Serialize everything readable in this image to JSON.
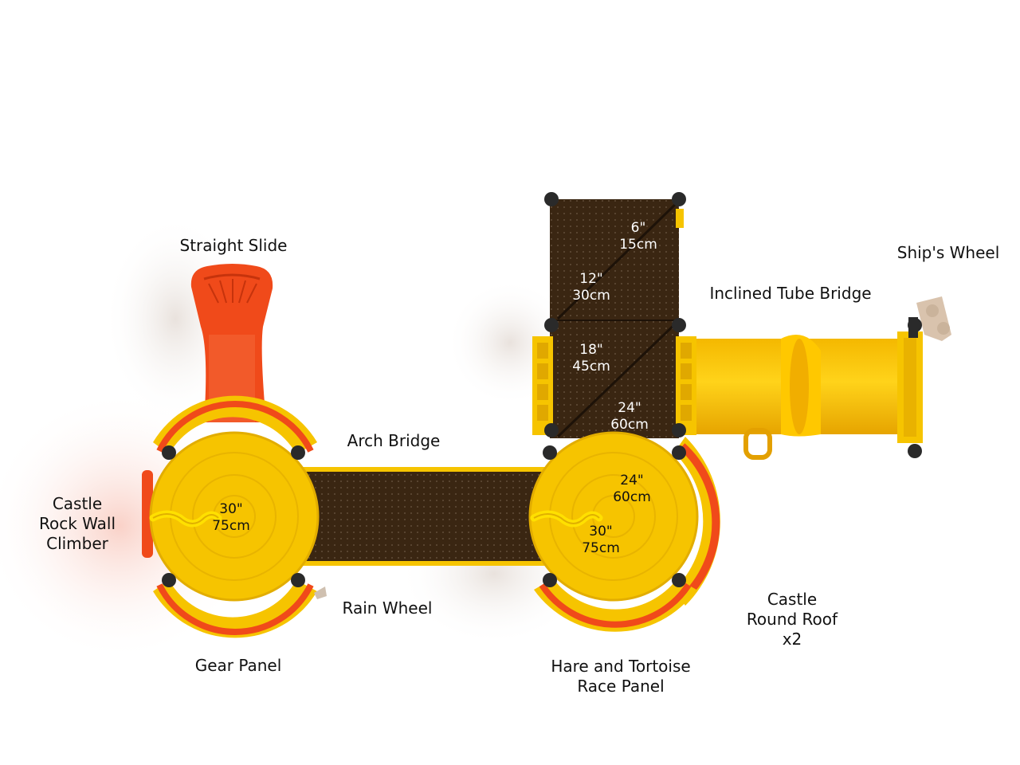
{
  "colors": {
    "yellow": "#f6c400",
    "yellow_dark": "#d9a800",
    "orange": "#f04a1a",
    "deck": "#3a2612",
    "post": "#2a2a2a"
  },
  "labels": {
    "straight_slide": "Straight Slide",
    "ships_wheel": "Ship's Wheel",
    "inclined_tube_bridge": "Inclined Tube Bridge",
    "arch_bridge": "Arch Bridge",
    "castle_rock_wall": [
      "Castle",
      "Rock Wall",
      "Climber"
    ],
    "rain_wheel": "Rain Wheel",
    "gear_panel": "Gear Panel",
    "castle_round_roof": [
      "Castle",
      "Round Roof",
      "x2"
    ],
    "hare_tortoise": [
      "Hare and Tortoise",
      "Race Panel"
    ]
  },
  "dimensions": [
    {
      "in": "6\"",
      "cm": "15cm"
    },
    {
      "in": "12\"",
      "cm": "30cm"
    },
    {
      "in": "18\"",
      "cm": "45cm"
    },
    {
      "in": "24\"",
      "cm": "60cm"
    },
    {
      "in": "24\"",
      "cm": "60cm"
    },
    {
      "in": "30\"",
      "cm": "75cm"
    },
    {
      "in": "30\"",
      "cm": "75cm"
    }
  ]
}
